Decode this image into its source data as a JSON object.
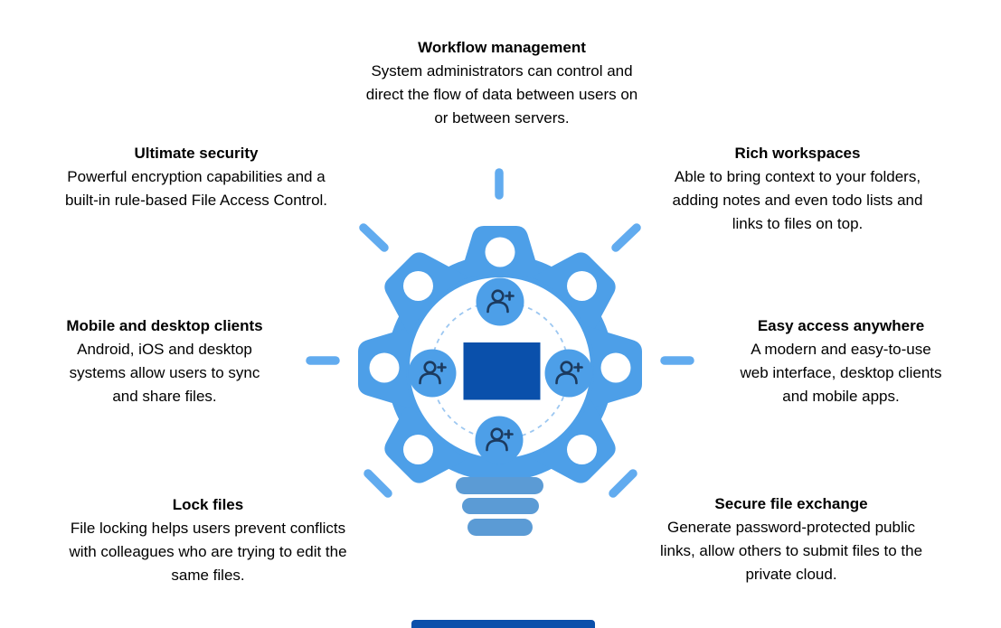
{
  "diagram": {
    "features": [
      {
        "id": "workflow-management",
        "title": "Workflow management",
        "lines": [
          "System administrators can control and",
          "direct the flow of data between users on",
          "or between servers."
        ]
      },
      {
        "id": "ultimate-security",
        "title": "Ultimate security",
        "lines": [
          "Powerful encryption capabilities and a",
          "built-in rule-based File Access Control."
        ]
      },
      {
        "id": "rich-workspaces",
        "title": "Rich workspaces",
        "lines": [
          "Able to bring context to your folders,",
          "adding notes and even todo lists and",
          "links to files on top."
        ]
      },
      {
        "id": "mobile-desktop-clients",
        "title": "Mobile and desktop clients",
        "lines": [
          "Android, iOS and desktop",
          "systems allow users to sync",
          "and share files."
        ]
      },
      {
        "id": "easy-access-anywhere",
        "title": "Easy access anywhere",
        "lines": [
          "A modern and easy-to-use",
          "web interface, desktop clients",
          "and mobile apps."
        ]
      },
      {
        "id": "lock-files",
        "title": "Lock files",
        "lines": [
          "File locking helps users prevent conflicts",
          "with colleagues who are trying to edit the",
          "same files."
        ]
      },
      {
        "id": "secure-file-exchange",
        "title": "Secure file exchange",
        "lines": [
          "Generate password-protected public",
          "links, allow others to submit files to the",
          "private cloud."
        ]
      }
    ],
    "center_graphic": {
      "icon": "lightbulb-gear-with-add-user-icons",
      "add_user_icon_count": 4,
      "gear_tooth_count": 7,
      "light_ray_count": 7,
      "base_bar_count": 3
    },
    "colors": {
      "gear_blue": "#4D9FE8",
      "ray_blue": "#61ABEF",
      "base_blue": "#5B9BD5",
      "brand_navy": "#0A50AB",
      "icon_stroke": "#1C3A5E",
      "dashed_circle": "#9CC7F1",
      "text": "#000000",
      "background": "#FFFFFF"
    }
  }
}
